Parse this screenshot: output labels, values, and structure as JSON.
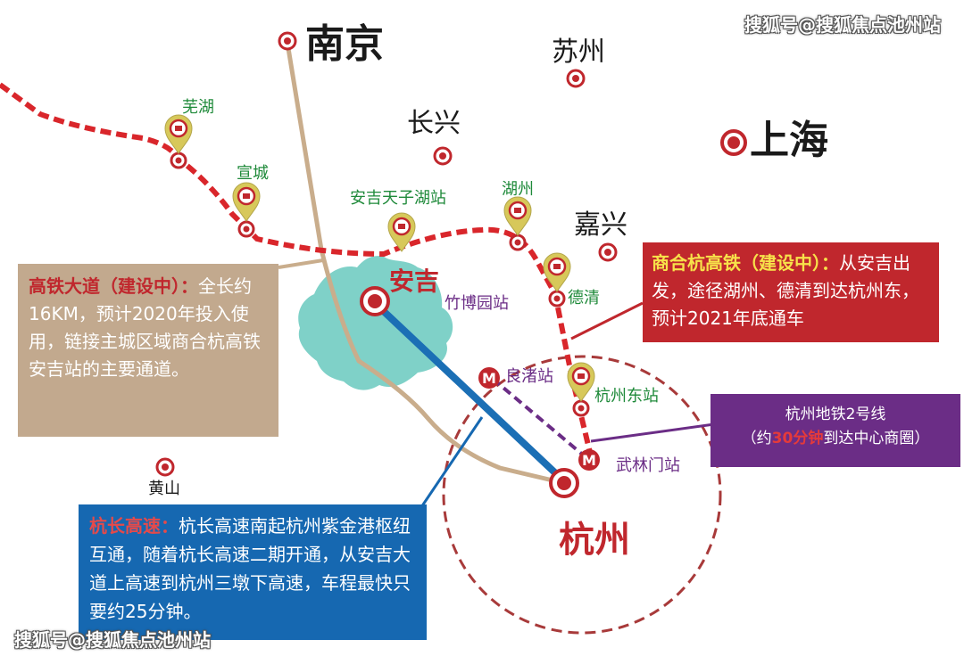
{
  "cities": {
    "nanjing": "南京",
    "suzhou": "苏州",
    "changxing": "长兴",
    "shanghai": "上海",
    "jiaxing": "嘉兴",
    "huangshan": "黄山",
    "hangzhou": "杭州",
    "anji": "安吉"
  },
  "stations": {
    "wuhu": "芜湖",
    "xuancheng": "宣城",
    "anji_tianzihu": "安吉天子湖站",
    "huzhou": "湖州",
    "deqing": "德清",
    "hangzhou_east": "杭州东站",
    "zhubo_park": "竹博园站",
    "liangzhu": "良渚站",
    "wulinmen": "武林门站"
  },
  "callouts": {
    "avenue": {
      "title": "高铁大道（建设中）：",
      "body": "全长约16KM，预计2020年投入使用，链接主城区域商合杭高铁安吉站的主要通道。"
    },
    "hsr": {
      "title": "商合杭高铁（建设中）：",
      "body": "从安吉出发，途径湖州、德清到达杭州东，预计2021年底通车"
    },
    "metro": {
      "line": "杭州地铁2号线",
      "paren_open": "（约",
      "duration": "30分钟",
      "rest": "到达中心商圈）"
    },
    "expressway": {
      "title": "杭长高速：",
      "body": "杭长高速南起杭州紫金港枢纽互通，随着杭长高速二期开通，从安吉大道上高速到杭州三墩下高速，车程最快只要约25分钟。"
    }
  },
  "watermark": {
    "top": "搜狐号@搜狐焦点池州站",
    "bottom": "搜狐号@搜狐焦点池州站"
  },
  "colors": {
    "hsr_red": "#d9262b",
    "highway_blue": "#1b6fb5",
    "road_tan": "#c9ad8c",
    "metro_purple": "#6b2d86",
    "anji_lake": "#7fd1c8",
    "station_pin": "#d7c85a",
    "avenue_box": "#c2a98e",
    "hsr_box": "#c0272d",
    "metro_box": "#6b2d86",
    "expressway_box": "#1668b1"
  }
}
